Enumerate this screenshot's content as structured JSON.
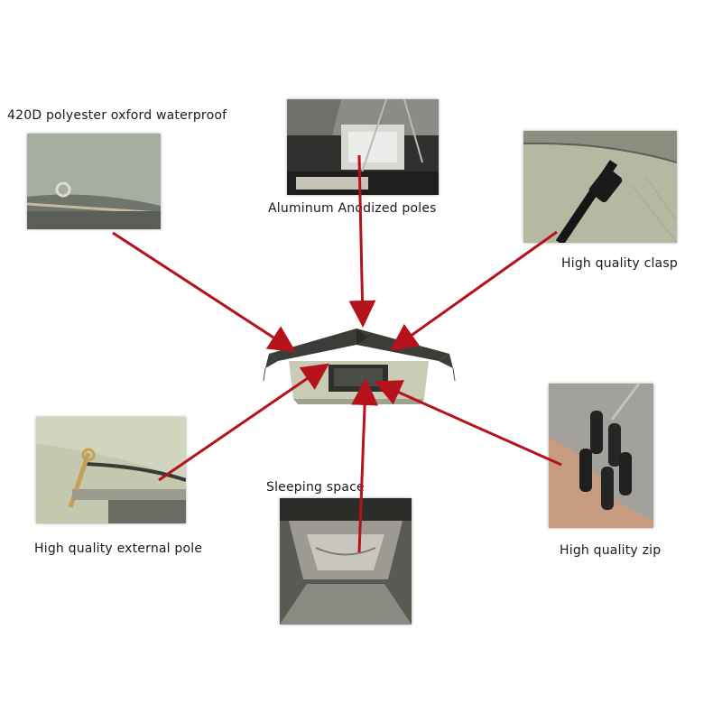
{
  "labels": {
    "fabric": "420D polyester oxford waterproof",
    "poles": "Aluminum Anodized poles",
    "clasp": "High quality clasp",
    "external_pole": "High quality external pole",
    "sleeping": "Sleeping space",
    "zip": "High quality zip"
  },
  "colors": {
    "arrow": "#b5121b",
    "tent_fabric": "#c9cbb4",
    "tent_fly": "#3b3d39"
  }
}
